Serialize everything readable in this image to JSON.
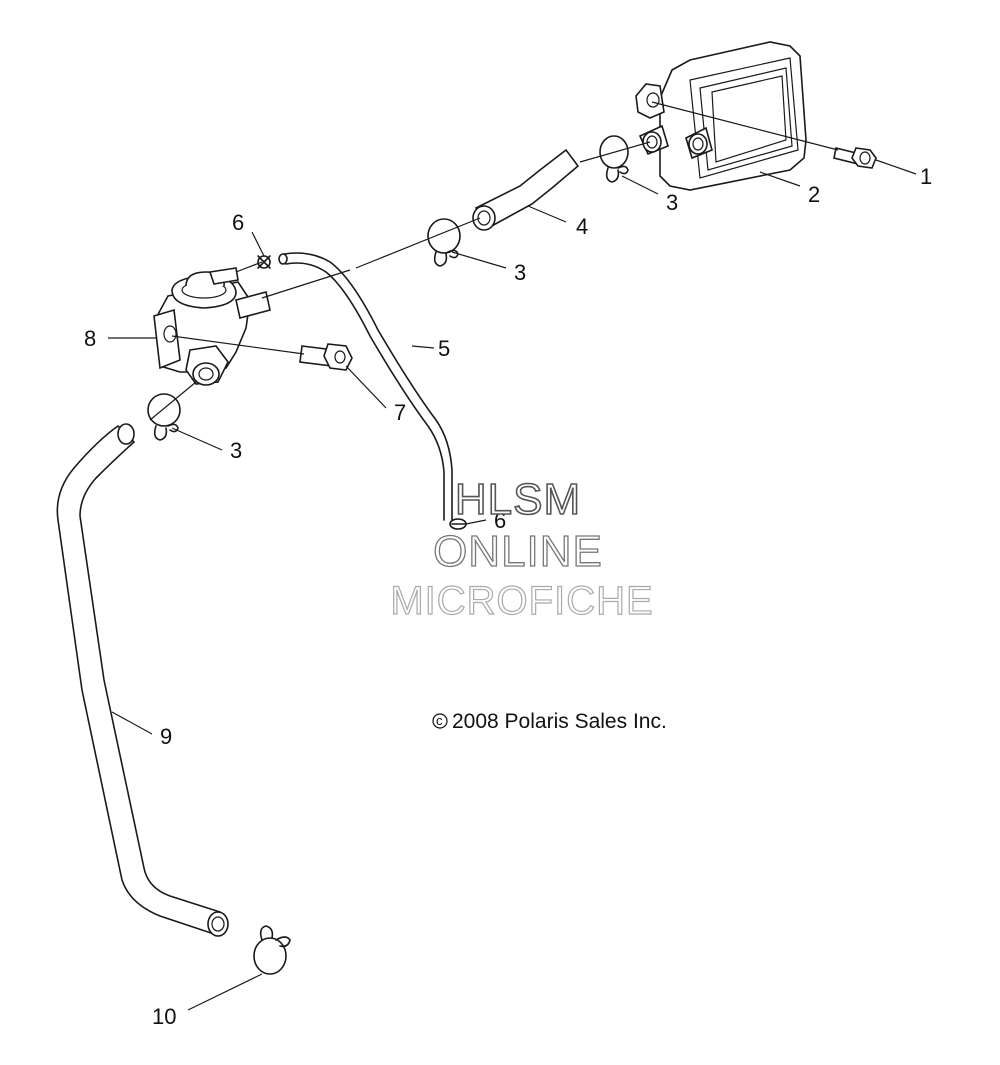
{
  "callouts": {
    "c1": "1",
    "c2": "2",
    "c3a": "3",
    "c4": "4",
    "c3b": "3",
    "c6a": "6",
    "c8": "8",
    "c5": "5",
    "c7": "7",
    "c3c": "3",
    "c6b": "6",
    "c9": "9",
    "c10": "10"
  },
  "watermark": {
    "line1": "HLSM",
    "line2": "ONLINE",
    "line3": "MICROFICHE"
  },
  "copyright": {
    "symbol": "c",
    "text": "2008 Polaris Sales Inc."
  }
}
